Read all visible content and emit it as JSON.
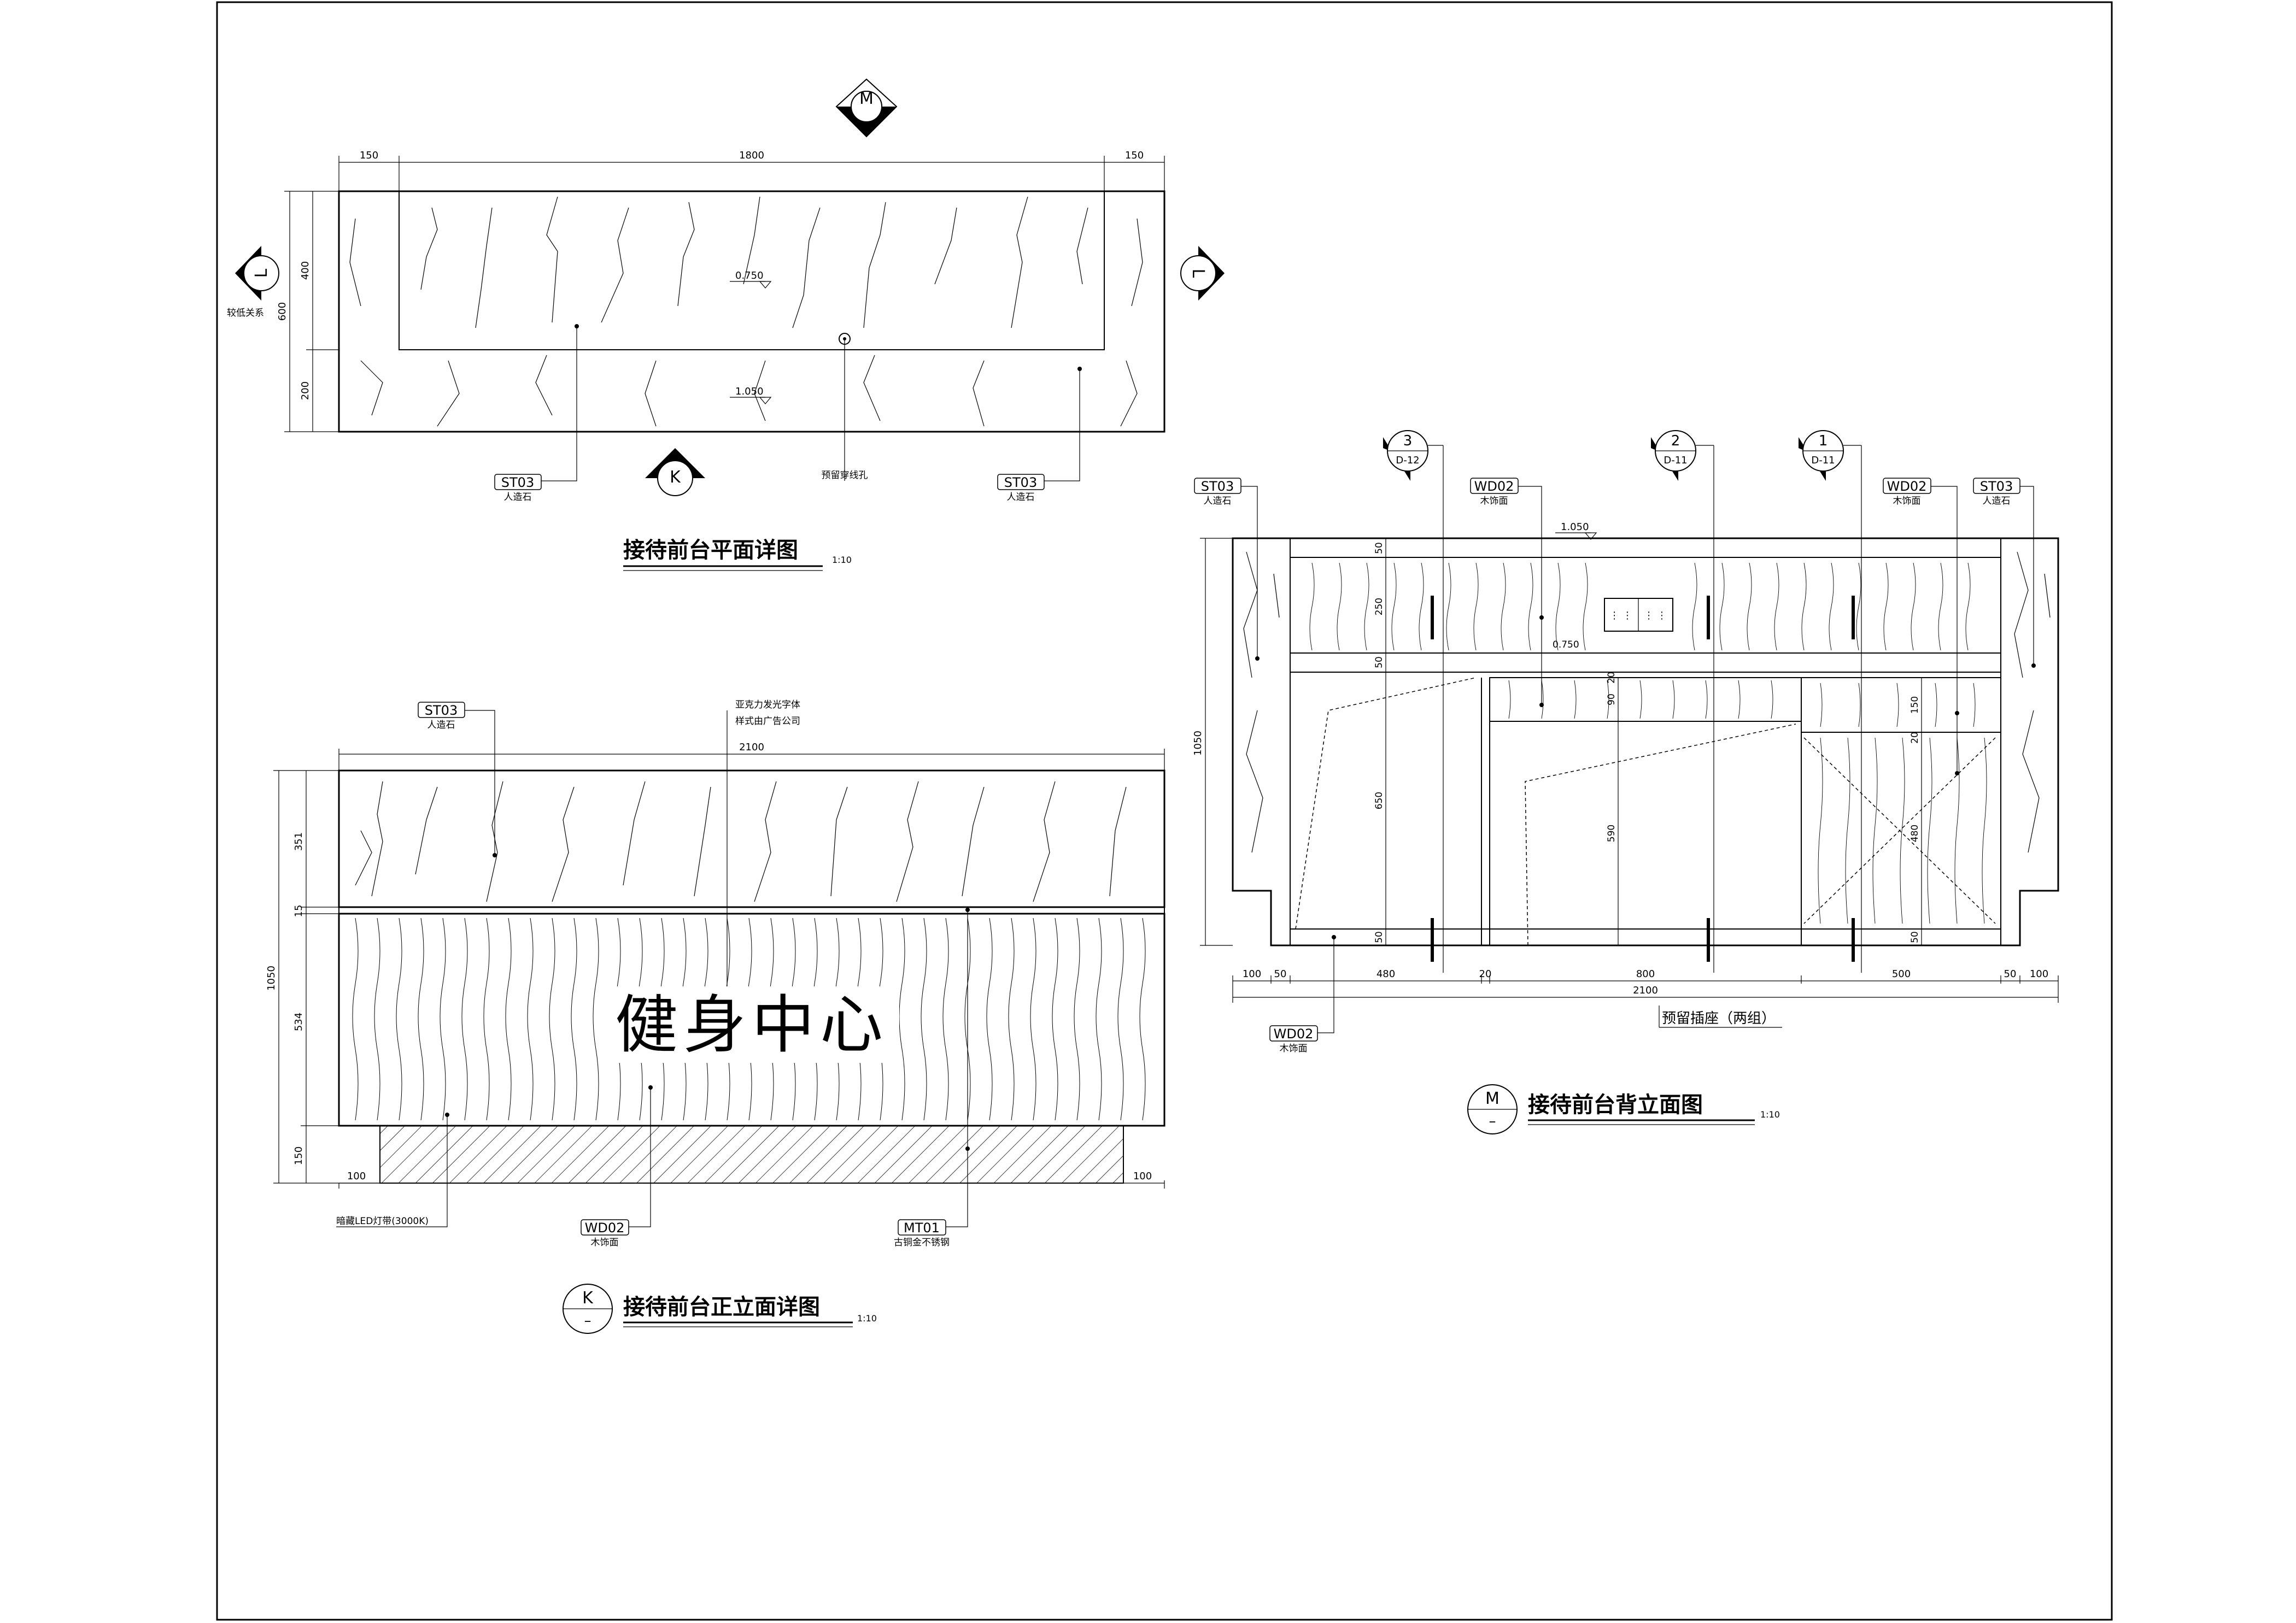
{
  "plan": {
    "title": "接待前台平面详图",
    "scale": "1:10",
    "dims_top": [
      "150",
      "1800",
      "150"
    ],
    "dims_left": [
      "400",
      "200"
    ],
    "dim_overall": "600",
    "level_upper": "0.750",
    "level_lower": "1.050",
    "marker_top": "M",
    "marker_bottom": "K",
    "marker_left": "L",
    "marker_right": "L",
    "left_note": "较低关系",
    "tag_left": {
      "code": "ST03",
      "desc": "人造石"
    },
    "tag_right": {
      "code": "ST03",
      "desc": "人造石"
    },
    "hole_note": "预留穿线孔"
  },
  "front": {
    "title": "接待前台正立面详图",
    "scale": "1:10",
    "marker": "K",
    "dim_top": "2100",
    "dims_left": [
      "351",
      "15",
      "534",
      "150"
    ],
    "dim_overall": "1050",
    "dim_bottom_left": "100",
    "dim_bottom_right": "100",
    "sign_text": "健身中心",
    "tag_top": {
      "code": "ST03",
      "desc": "人造石"
    },
    "note_top_line1": "亚克力发光字体",
    "note_top_line2": "样式由广告公司",
    "note_led": "暗藏LED灯带(3000K)",
    "tag_wd": {
      "code": "WD02",
      "desc": "木饰面"
    },
    "tag_mt": {
      "code": "MT01",
      "desc": "古铜金不锈钢"
    }
  },
  "back": {
    "title": "接待前台背立面图",
    "scale": "1:10",
    "marker": "M",
    "dim_overall_left": "1050",
    "dims_bottom": [
      "100",
      "50",
      "480",
      "20",
      "800",
      "500",
      "50",
      "100"
    ],
    "dim_bottom_total": "2100",
    "level": "1.050",
    "level_inner": "0.750",
    "inner_dims": [
      "50",
      "250",
      "50",
      "650",
      "50",
      "90",
      "20",
      "590",
      "150",
      "20",
      "480",
      "50"
    ],
    "socket_note": "预留插座（两组）",
    "sections": [
      {
        "num": "3",
        "ref": "D-12"
      },
      {
        "num": "2",
        "ref": "D-11"
      },
      {
        "num": "1",
        "ref": "D-11"
      }
    ],
    "tag_st_left": {
      "code": "ST03",
      "desc": "人造石"
    },
    "tag_wd_left": {
      "code": "WD02",
      "desc": "木饰面"
    },
    "tag_wd_right": {
      "code": "WD02",
      "desc": "木饰面"
    },
    "tag_st_right": {
      "code": "ST03",
      "desc": "人造石"
    },
    "tag_wd_bottom": {
      "code": "WD02",
      "desc": "木饰面"
    }
  }
}
